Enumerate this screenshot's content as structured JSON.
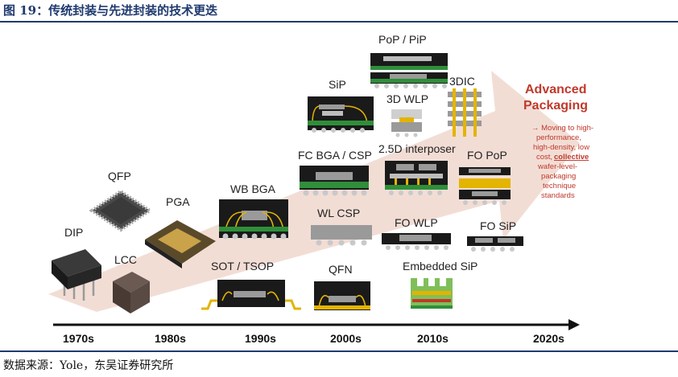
{
  "figure": {
    "title": "图 19：传统封装与先进封装的技术更迭",
    "source": "数据来源：Yole，东吴证券研究所"
  },
  "timeline": {
    "decades": [
      "1970s",
      "1980s",
      "1990s",
      "2000s",
      "2010s",
      "2020s"
    ]
  },
  "packages": {
    "dip": "DIP",
    "qfp": "QFP",
    "pga": "PGA",
    "lcc": "LCC",
    "wb_bga": "WB BGA",
    "sot_tsop": "SOT / TSOP",
    "sip": "SiP",
    "fc_bga_csp": "FC BGA / CSP",
    "wl_csp": "WL CSP",
    "qfn": "QFN",
    "pop_pip": "PoP / PiP",
    "wlp_3d": "3D WLP",
    "dic_3d": "3DIC",
    "interposer_25d": "2.5D interposer",
    "fo_pop": "FO PoP",
    "fo_wlp": "FO WLP",
    "fo_sip": "FO SiP",
    "embedded_sip": "Embedded SiP"
  },
  "advanced": {
    "title_line1": "Advanced",
    "title_line2": "Packaging",
    "note_lines": [
      "→ Moving to high-",
      "performance,",
      "high-density, low",
      "cost,",
      "collective",
      "wafer-level-",
      "packaging",
      "technique",
      "standards"
    ]
  },
  "colors": {
    "header_blue": "#1f3a6e",
    "arrow_fill": "#f2ddd5",
    "advanced_red": "#c0392b",
    "die_gray": "#9a9a9a",
    "substrate_green": "#2f8f3a",
    "wire_gold": "#e3b400"
  }
}
